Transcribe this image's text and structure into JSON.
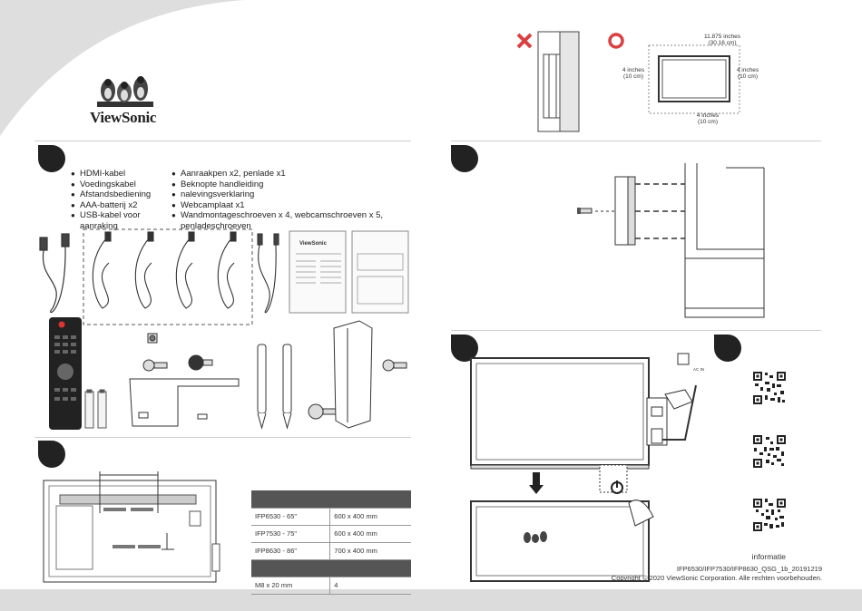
{
  "brand": {
    "name": "ViewSonic"
  },
  "accessories": {
    "col1": [
      "HDMI-kabel",
      "Voedingskabel",
      "Afstandsbediening",
      "AAA-batterij x2",
      "USB-kabel voor aanraking"
    ],
    "col2": [
      "Aanraakpen x2, penlade x1",
      "Beknopte handleiding",
      "nalevingsverklaring",
      "Webcamplaat x1",
      "Wandmontageschroeven x 4, webcamschroeven x 5, penladeschroeven"
    ]
  },
  "mount_table": {
    "rows": [
      {
        "model": "IFP6530 - 65\"",
        "vesa": "600 x 400 mm"
      },
      {
        "model": "IFP7530 - 75\"",
        "vesa": "600 x 400 mm"
      },
      {
        "model": "IFP8630 - 86\"",
        "vesa": "700 x 400 mm"
      }
    ],
    "screw": {
      "size": "M8 x 20 mm",
      "qty": "4"
    }
  },
  "clearance": {
    "top": "11.875 inches",
    "top_cm": "(30.16 cm)",
    "left": "4 inches",
    "left_cm": "(10 cm)",
    "right": "4 inches",
    "right_cm": "(10 cm)",
    "bottom": "4 inches",
    "bottom_cm": "(10 cm)"
  },
  "power_label": "AC IN",
  "footer": {
    "info": "informatie",
    "doc_id": "IFP6530/IFP7530/IFP8630_QSG_1b_20191219",
    "copyright": "Copyright © 2020 ViewSonic Corporation. Alle rechten voorbehouden."
  }
}
